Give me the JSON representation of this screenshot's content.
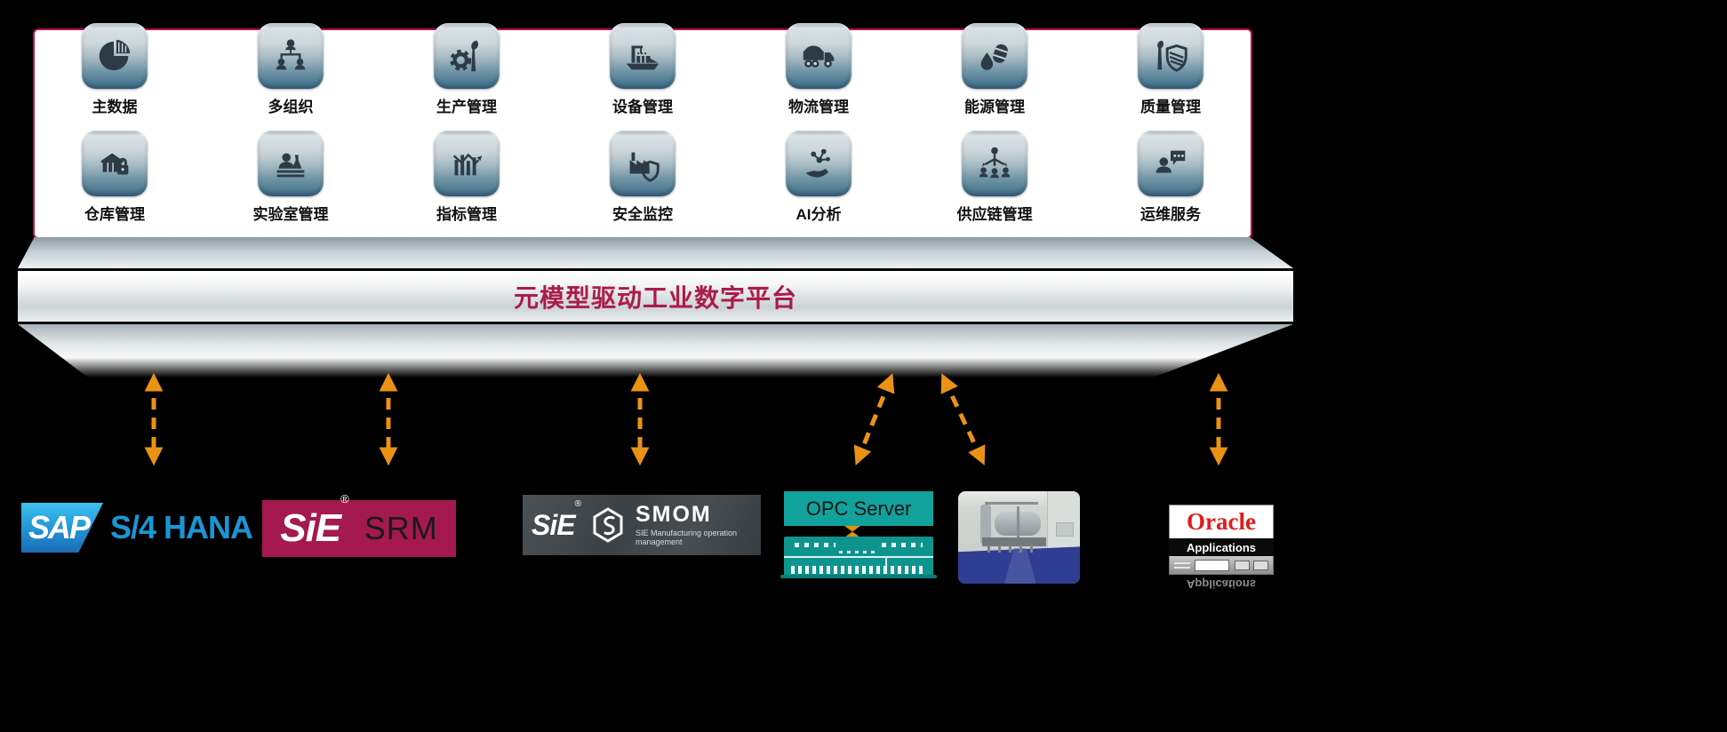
{
  "icon_panel": {
    "rows": [
      {
        "items": [
          {
            "label": "主数据",
            "icon": "pie-chart"
          },
          {
            "label": "多组织",
            "icon": "org-chart"
          },
          {
            "label": "生产管理",
            "icon": "gear-wrench"
          },
          {
            "label": "设备管理",
            "icon": "cargo-ship"
          },
          {
            "label": "物流管理",
            "icon": "truck"
          },
          {
            "label": "能源管理",
            "icon": "oil-energy"
          },
          {
            "label": "质量管理",
            "icon": "shield-wrench"
          }
        ]
      },
      {
        "items": [
          {
            "label": "仓库管理",
            "icon": "warehouse-lock"
          },
          {
            "label": "实验室管理",
            "icon": "lab-person"
          },
          {
            "label": "指标管理",
            "icon": "bar-trend"
          },
          {
            "label": "安全监控",
            "icon": "factory-shield"
          },
          {
            "label": "AI分析",
            "icon": "ai-hand-network"
          },
          {
            "label": "供应链管理",
            "icon": "supply-network"
          },
          {
            "label": "运维服务",
            "icon": "ops-chat"
          }
        ]
      }
    ]
  },
  "platform": {
    "title": "元模型驱动工业数字平台"
  },
  "integrations": {
    "sap": {
      "logo_text": "SAP",
      "product_text": "S/4 HANA"
    },
    "sie_srm": {
      "brand": "SiE",
      "registered": "®",
      "product": "SRM"
    },
    "sie_smom": {
      "brand": "SiE",
      "registered": "®",
      "product": "SMOM",
      "tagline": "SIE Manufacturing operation management"
    },
    "opc": {
      "label": "OPC Server"
    },
    "oracle": {
      "brand": "Oracle",
      "product": "Applications"
    }
  },
  "colors": {
    "panel_border_crimson": "#c00d4e",
    "platform_title_crimson": "#ac1c4a",
    "connector_orange": "#ea9214",
    "opc_teal": "#12a29c",
    "sap_blue": "#1a96d4",
    "srm_bg_crimson": "#a4194e",
    "smom_bg_charcoal": "#42474b",
    "oracle_red": "#e21d1d"
  }
}
